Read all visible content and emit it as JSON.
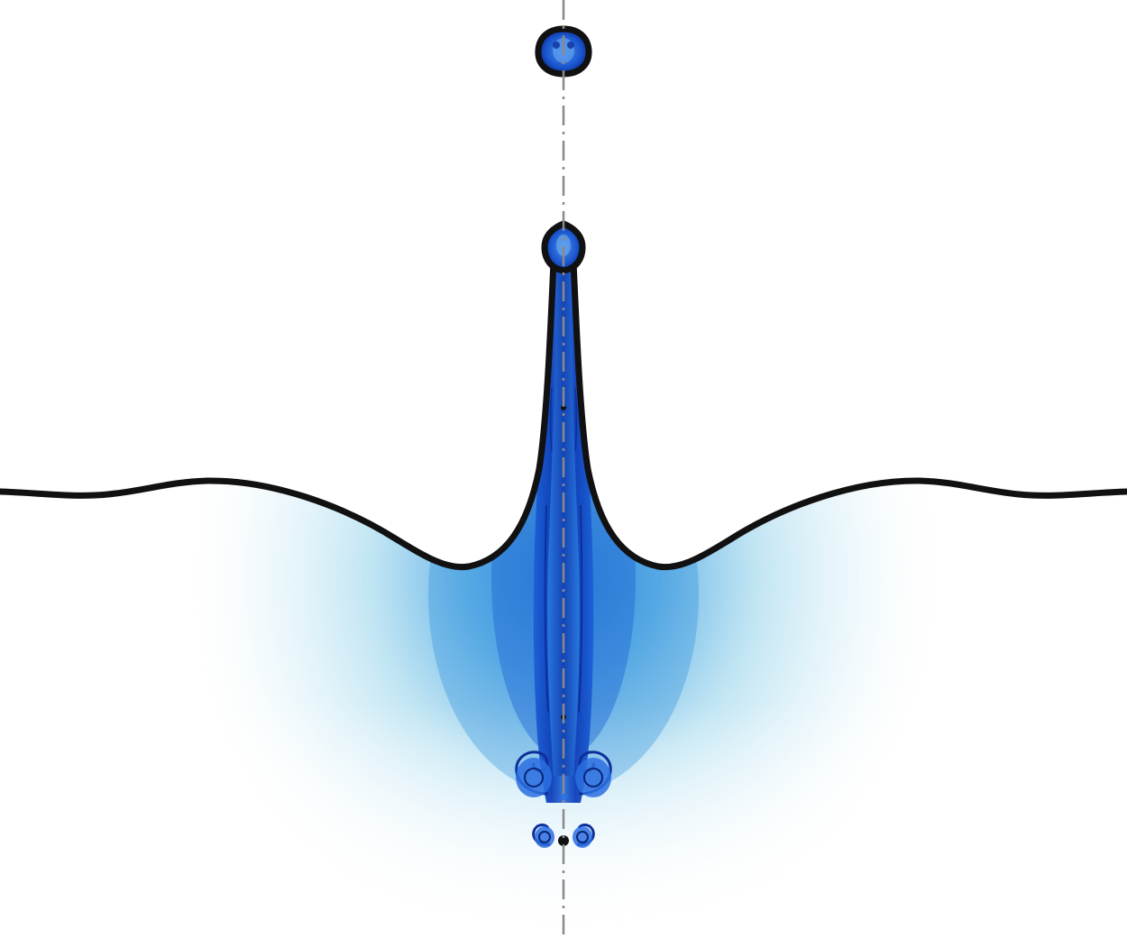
{
  "figure": {
    "background_color": "#ffffff",
    "interface_color": "#111111",
    "axis_color": "#8a8a8a",
    "colormap": {
      "low": "#ffffff",
      "light": "#9fd6ec",
      "mid": "#2e8fd8",
      "high": "#1a4fd0",
      "max": "#0d2f9a"
    },
    "elements": [
      "free-surface-interface",
      "vorticity-field",
      "central-jet",
      "ejected-droplet",
      "jet-tip-droplet",
      "vortex-ring-pair",
      "symmetry-axis"
    ]
  }
}
